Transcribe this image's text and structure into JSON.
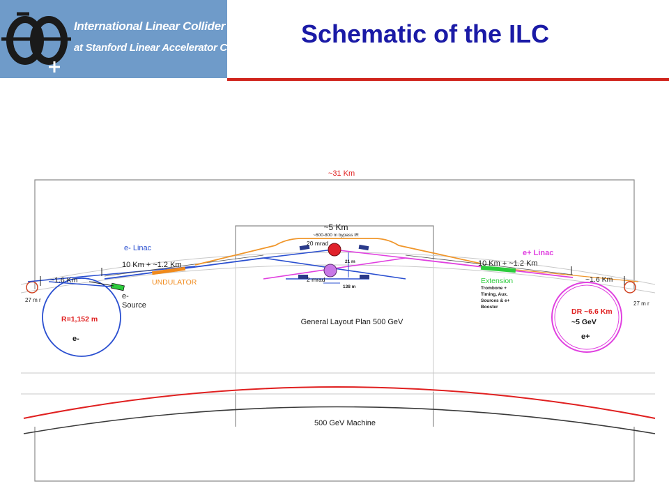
{
  "slide": {
    "title": "Schematic of the ILC",
    "logo": {
      "line1": "International Linear Collider",
      "line2": "at Stanford Linear Accelerator Center"
    }
  },
  "diagram": {
    "total_length": "~31 Km",
    "central_section": "~5 Km",
    "bypass_note": "~600-800 m bypass IR",
    "crossing_angle_20": "20 mrad",
    "crossing_angle_2": "2 mrad",
    "ir_separation": "21 m",
    "ir_offset": "138 m",
    "e_linac_label": "e- Linac",
    "p_linac_label": "e+ Linac",
    "linac_length_left": "10 Km + ~1.2 Km",
    "linac_length_right": "10 Km + ~1.2 Km",
    "undulator": "UNDULATOR",
    "e_source_line1": "e-",
    "e_source_line2": "Source",
    "ring_length_left": "~1.6 Km",
    "ring_length_right": "~1.6 Km",
    "turnaround_left": "27 m r",
    "turnaround_right": "27 m r",
    "e_ring_radius": "R=1,152 m",
    "e_ring_particle": "e-",
    "extension": "Extension",
    "positron_notes": [
      "Trombone +",
      "Timing, Aux.",
      "Sources & e+",
      "Booster"
    ],
    "dr_label": "DR ~6.6 Km",
    "dr_energy": "~5 GeV",
    "p_ring_particle": "e+",
    "layout_plan": "General Layout Plan 500 GeV",
    "machine_label": "500 GeV Machine"
  },
  "colors": {
    "title": "#1a1aa6",
    "header_rule": "#d0241c",
    "logo_bg": "#6f9bc9",
    "electron_beam": "#2a4fd0",
    "positron_beam": "#e040e0",
    "bypass": "#f0962a",
    "undulator": "#f08a1c",
    "extension": "#2ccc3c",
    "red_label": "#e02020"
  }
}
